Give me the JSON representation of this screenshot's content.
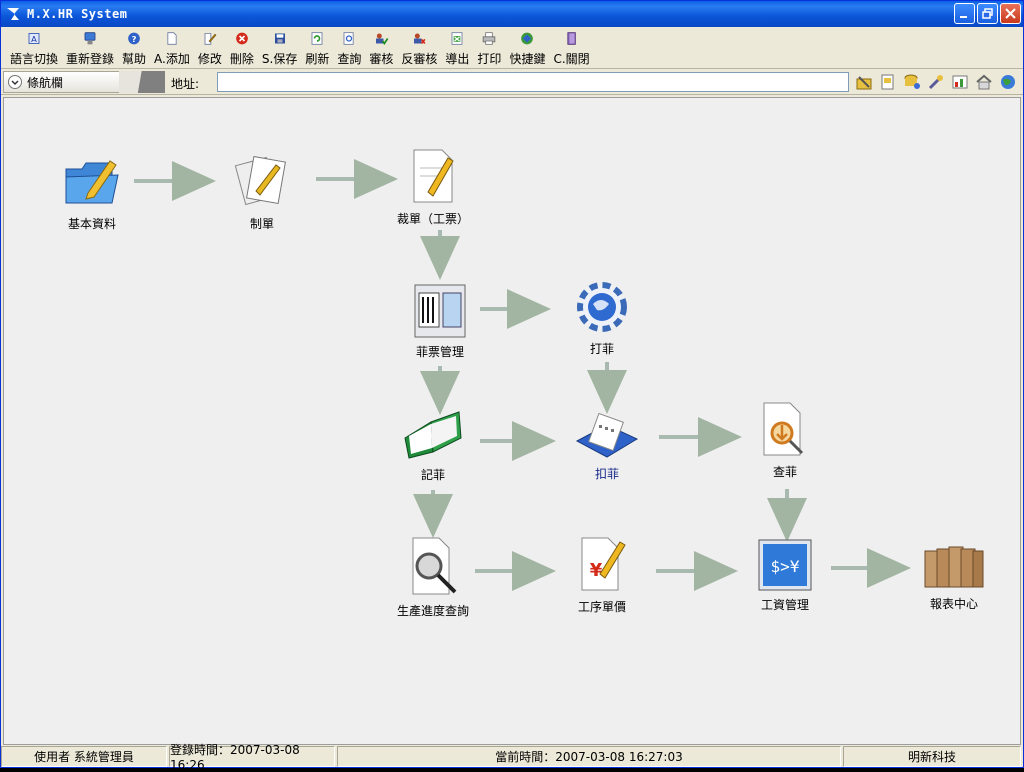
{
  "window": {
    "title": "M.X.HR System"
  },
  "toolbar": {
    "buttons": [
      {
        "label": "語言切換",
        "icon": "language-switch-icon"
      },
      {
        "label": "重新登錄",
        "icon": "relogin-icon"
      },
      {
        "label": "幫助",
        "icon": "help-icon"
      },
      {
        "label": "A.添加",
        "icon": "add-icon"
      },
      {
        "label": "修改",
        "icon": "edit-icon"
      },
      {
        "label": "刪除",
        "icon": "delete-icon"
      },
      {
        "label": "S.保存",
        "icon": "save-icon"
      },
      {
        "label": "刷新",
        "icon": "refresh-icon"
      },
      {
        "label": "查詢",
        "icon": "query-icon"
      },
      {
        "label": "審核",
        "icon": "approve-icon"
      },
      {
        "label": "反審核",
        "icon": "unapprove-icon"
      },
      {
        "label": "導出",
        "icon": "export-icon"
      },
      {
        "label": "打印",
        "icon": "print-icon"
      },
      {
        "label": "快捷鍵",
        "icon": "shortcut-icon"
      },
      {
        "label": "C.關閉",
        "icon": "close-door-icon"
      }
    ]
  },
  "navbar": {
    "tab_label": "條航欄",
    "address_label": "地址:",
    "address_value": ""
  },
  "workflow": {
    "nodes": {
      "basic_data": "基本資料",
      "make_order": "制單",
      "cutting": "裁單（工票）",
      "ticket_mgmt": "菲票管理",
      "print_ticket": "打菲",
      "record_ticket": "記菲",
      "deduct_ticket": "扣菲",
      "check_ticket": "查菲",
      "progress_query": "生產進度查詢",
      "process_price": "工序單價",
      "wage_mgmt": "工資管理",
      "report_center": "報表中心"
    }
  },
  "status": {
    "user": "使用者 系統管理員",
    "login_time": "登錄時間：2007-03-08 16:26",
    "current_time": "當前時間：2007-03-08 16:27:03",
    "company": "明新科技"
  }
}
